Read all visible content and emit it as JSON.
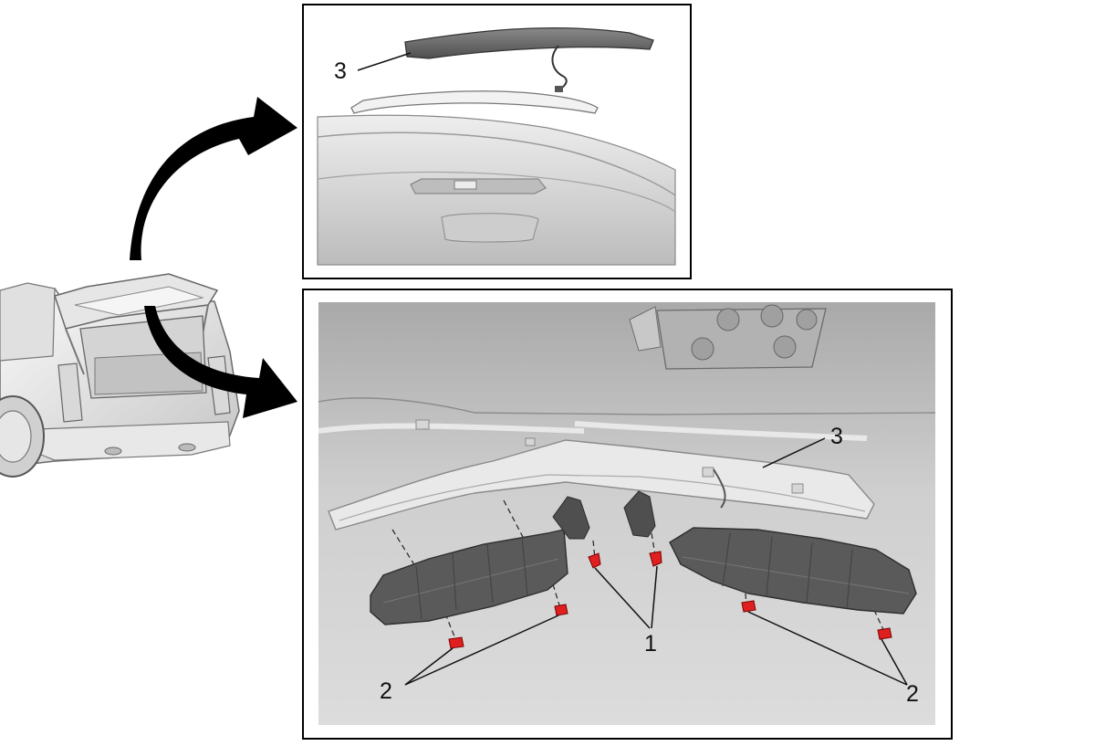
{
  "callouts": {
    "top_panel_3": "3",
    "bottom_panel_3": "3",
    "bottom_panel_1": "1",
    "bottom_panel_2_left": "2",
    "bottom_panel_2_right": "2"
  },
  "colors": {
    "frame": "#000000",
    "background": "#ffffff",
    "panel_fill": "#cfcfcf",
    "part_dark": "#565656",
    "fastener": "#e02020",
    "arrow": "#000000"
  }
}
